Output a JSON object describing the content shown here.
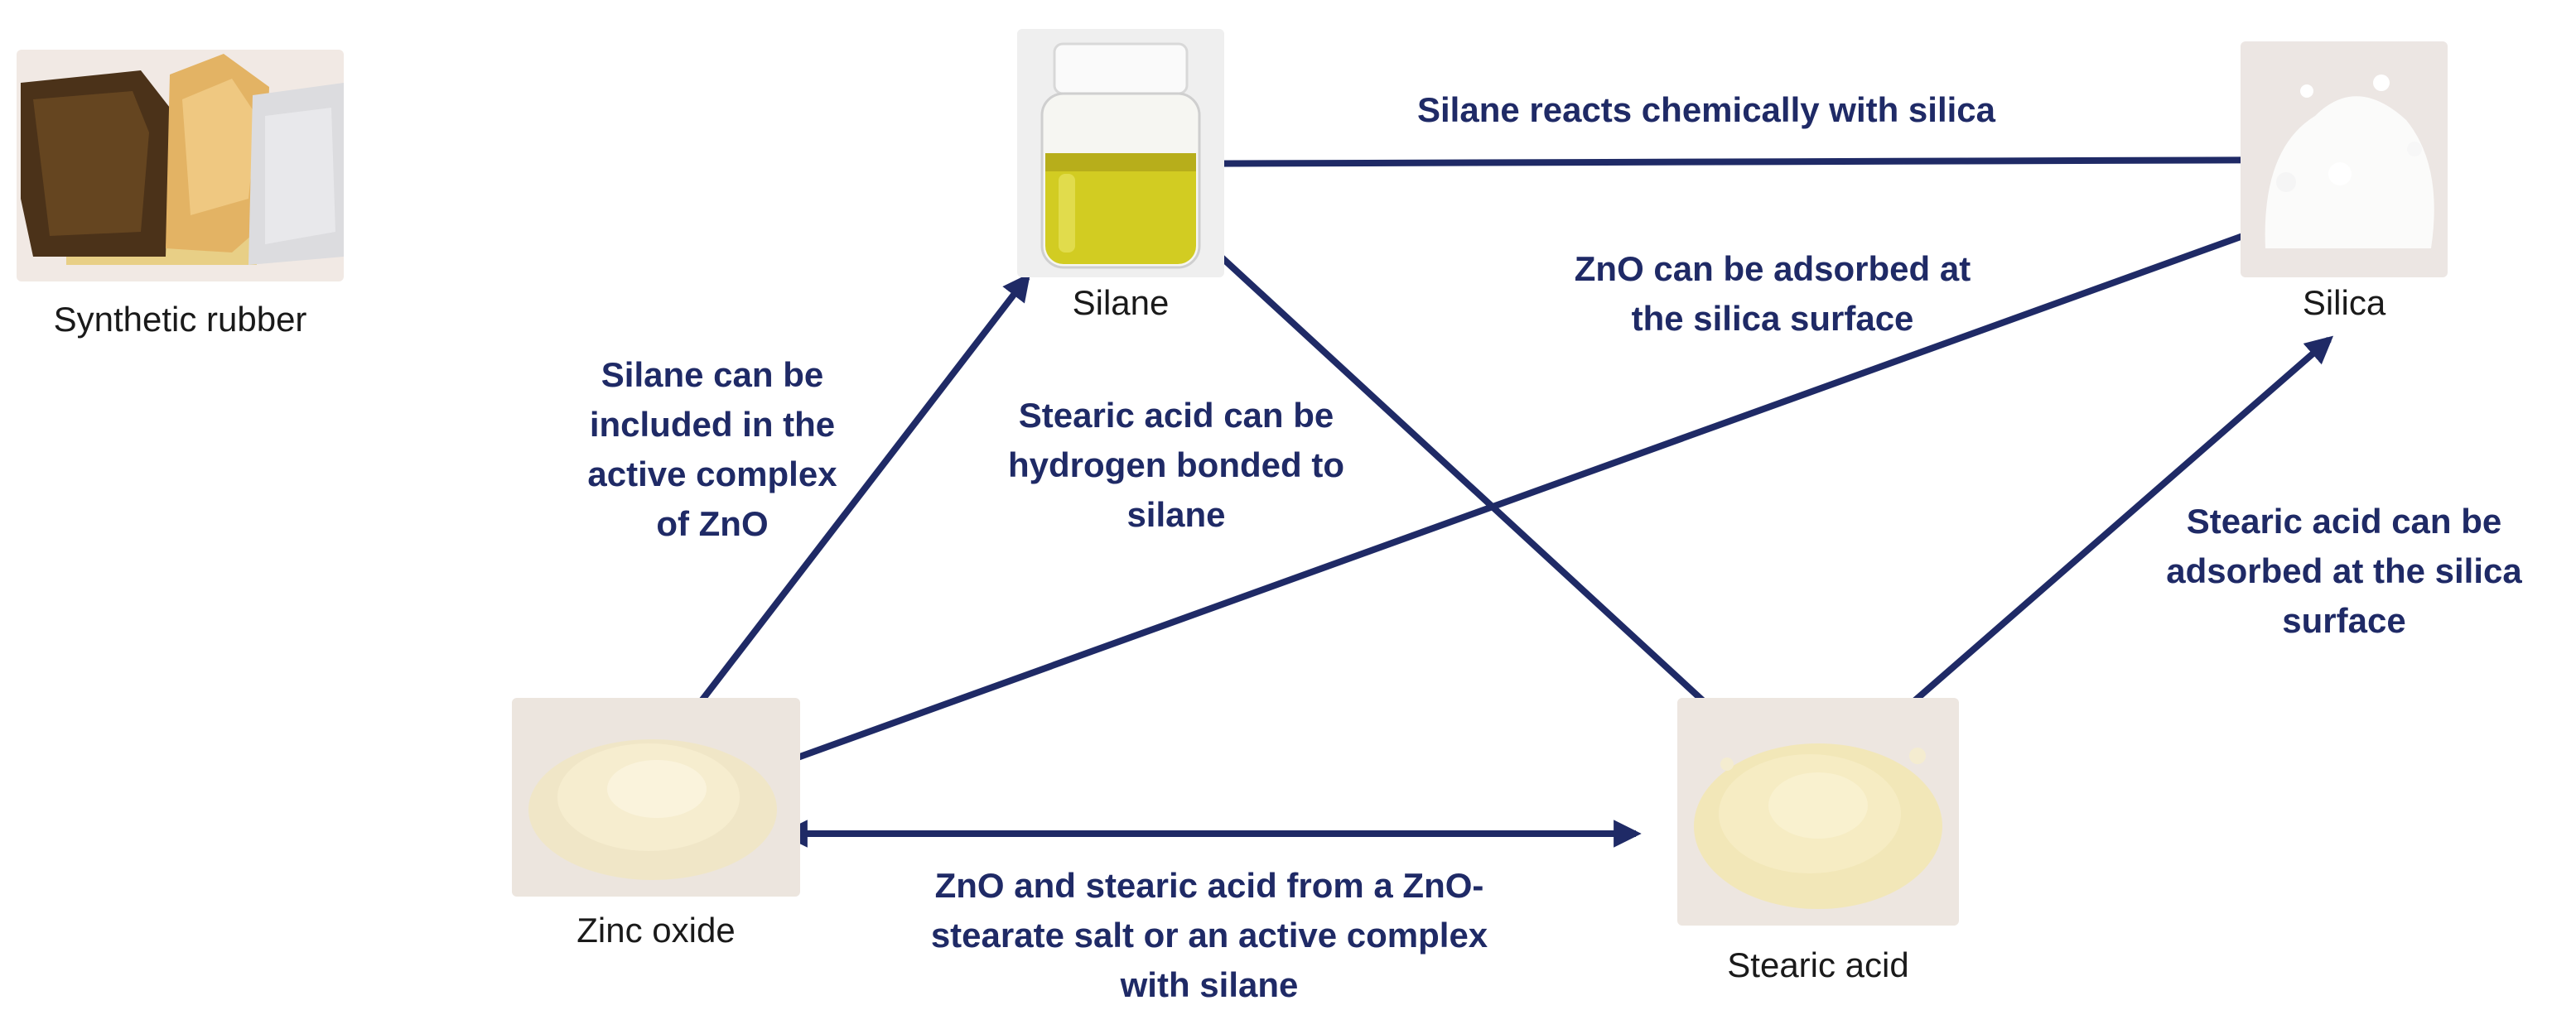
{
  "nodes": {
    "synthetic_rubber": {
      "label": "Synthetic rubber"
    },
    "silane": {
      "label": "Silane"
    },
    "silica": {
      "label": "Silica"
    },
    "zinc_oxide": {
      "label": "Zinc oxide"
    },
    "stearic_acid": {
      "label": "Stearic acid"
    }
  },
  "relations": {
    "silane_silica": {
      "lines": [
        "Silane reacts chemically with silica"
      ]
    },
    "zno_silica": {
      "lines": [
        "ZnO can be adsorbed at",
        "the silica surface"
      ]
    },
    "silane_zno": {
      "lines": [
        "Silane can be",
        "included in the",
        "active complex",
        "of ZnO"
      ]
    },
    "stearic_silane": {
      "lines": [
        "Stearic acid can be",
        "hydrogen bonded to",
        "silane"
      ]
    },
    "stearic_silica": {
      "lines": [
        "Stearic acid can be",
        "adsorbed at the silica",
        "surface"
      ]
    },
    "zno_stearic": {
      "lines": [
        "ZnO and stearic acid from a ZnO-",
        "stearate salt or an active complex",
        "with silane"
      ]
    }
  },
  "colors": {
    "arrow": "#1f2a66",
    "relation_text": "#1f2a66",
    "label_text": "#1a1a1a"
  }
}
